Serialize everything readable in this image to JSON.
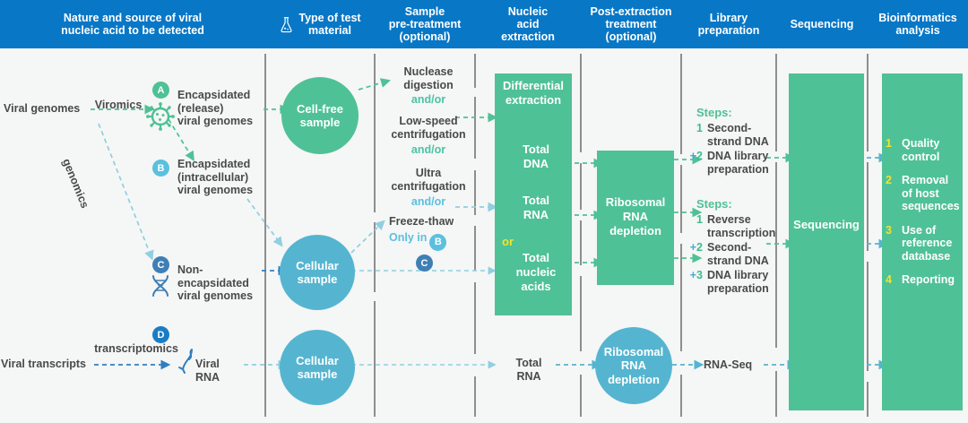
{
  "header": {
    "columns": [
      {
        "id": "nature",
        "label": "Nature and source of viral\nnucleic acid to be detected",
        "icon": null
      },
      {
        "id": "material",
        "label": "Type of test\nmaterial",
        "icon": "flask-icon"
      },
      {
        "id": "pretreat",
        "label": "Sample\npre-treatment\n(optional)",
        "icon": null
      },
      {
        "id": "extraction",
        "label": "Nucleic\nacid\nextraction",
        "icon": null
      },
      {
        "id": "postextract",
        "label": "Post-extraction\ntreatment\n(optional)",
        "icon": null
      },
      {
        "id": "library",
        "label": "Library\npreparation",
        "icon": null
      },
      {
        "id": "sequencing",
        "label": "Sequencing",
        "icon": null
      },
      {
        "id": "bioinformatics",
        "label": "Bioinformatics\nanalysis",
        "icon": null
      }
    ]
  },
  "sources": {
    "viral_genomes": "Viral genomes",
    "viral_transcripts": "Viral transcripts",
    "route_viromics": "Viromics",
    "route_genomics": "genomics",
    "route_transcriptomics": "transcriptomics",
    "viral_rna": "Viral RNA"
  },
  "entries": [
    {
      "badge": "A",
      "icon": "virus-icon",
      "label": "Encapsidated\n(release)\nviral genomes"
    },
    {
      "badge": "B",
      "icon": null,
      "label": "Encapsidated\n(intracellular)\nviral genomes"
    },
    {
      "badge": "C",
      "icon": "dna-icon",
      "label": "Non-encapsidated\nviral genomes"
    },
    {
      "badge": "D",
      "icon": "rna-icon",
      "label": null
    }
  ],
  "samples": [
    {
      "id": "cell-free",
      "label": "Cell-free\nsample",
      "color": "#4fc196"
    },
    {
      "id": "cellular-1",
      "label": "Cellular\nsample",
      "color": "#55b5d0"
    },
    {
      "id": "cellular-2",
      "label": "Cellular\nsample",
      "color": "#55b5d0"
    }
  ],
  "pretreatment": {
    "options": [
      {
        "name": "Nuclease\ndigestion",
        "connector": "and/or",
        "connector_color": "green"
      },
      {
        "name": "Low-speed\ncentrifugation",
        "connector": "and/or",
        "connector_color": "green"
      },
      {
        "name": "Ultra\ncentrifugation",
        "connector": "and/or",
        "connector_color": "blue"
      },
      {
        "name": "Freeze-thaw",
        "connector": "Only in",
        "connector_color": "blue",
        "connector_badge": "B"
      }
    ],
    "passthrough_badge": "C"
  },
  "extraction": {
    "title": "Differential\nextraction",
    "items": [
      "Total\nDNA",
      "Total\nRNA"
    ],
    "or": "or",
    "alt": "Total\nnucleic\nacids",
    "bottom_row": "Total\nRNA"
  },
  "post_extraction": {
    "box_label": "Ribosomal\nRNA\ndepletion",
    "circle_label": "Ribosomal\nRNA\ndepletion"
  },
  "library": {
    "group1": {
      "header": "Steps:",
      "steps": [
        {
          "num": "1",
          "prefix": "",
          "text": "Second-\nstrand DNA"
        },
        {
          "num": "2",
          "prefix": "+",
          "text": "DNA library\npreparation"
        }
      ]
    },
    "group2": {
      "header": "Steps:",
      "steps": [
        {
          "num": "1",
          "prefix": "",
          "text": "Reverse\ntranscription"
        },
        {
          "num": "2",
          "prefix": "+",
          "text": "Second-\nstrand DNA"
        },
        {
          "num": "3",
          "prefix": "+",
          "text": "DNA library\npreparation"
        }
      ]
    },
    "rna_seq": "RNA-Seq"
  },
  "sequencing": {
    "label": "Sequencing"
  },
  "bioinformatics": {
    "steps": [
      {
        "num": "1",
        "text": "Quality\ncontrol"
      },
      {
        "num": "2",
        "text": "Removal\nof host\nsequences"
      },
      {
        "num": "3",
        "text": "Use of\nreference\ndatabase"
      },
      {
        "num": "4",
        "text": "Reporting"
      }
    ]
  },
  "colors": {
    "header_blue": "#0877c6",
    "green": "#4fc196",
    "blue": "#55b5d0",
    "yellow": "#f2e32a",
    "dark_blue": "#3f7fb5",
    "background": "#f5f6f6",
    "divider": "#8e8e8e"
  }
}
